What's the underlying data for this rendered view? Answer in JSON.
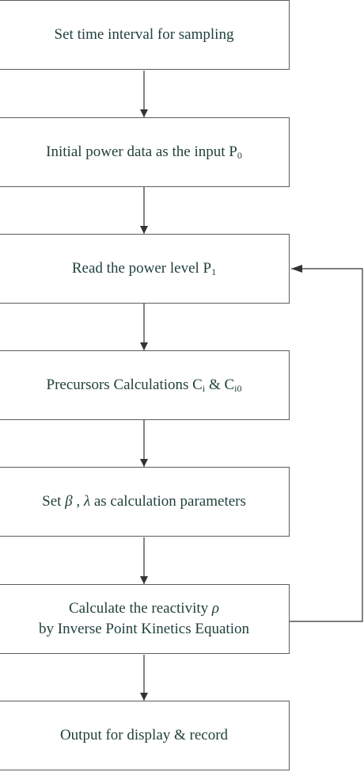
{
  "steps": [
    {
      "text": "Set time interval for sampling"
    },
    {
      "text": "Initial power data as the input P",
      "sub": "0"
    },
    {
      "text": "Read the power level P",
      "sub": "1"
    },
    {
      "text": "Precursors Calculations C",
      "sub1": "i",
      "mid": " & C",
      "sub2": "i0"
    },
    {
      "prefix": "Set ",
      "beta": "β",
      "comma": " , ",
      "lambda": "λ",
      "suffix": " as calculation parameters"
    },
    {
      "line1": "Calculate the reactivity ",
      "rho": "ρ",
      "line2": "by Inverse Point Kinetics Equation"
    },
    {
      "text": "Output for display & record"
    }
  ],
  "colors": {
    "border": "#5c5c5c",
    "text": "#1f3f3a",
    "arrow": "#333333"
  }
}
